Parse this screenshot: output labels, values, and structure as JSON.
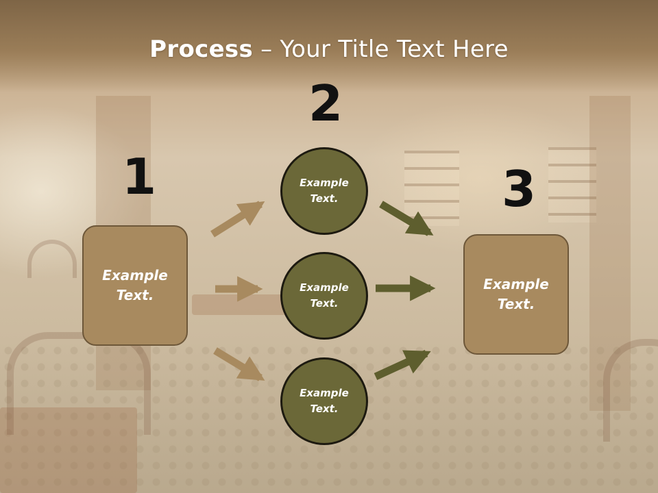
{
  "slide": {
    "title_bold": "Process",
    "title_rest": " – Your Title Text Here"
  },
  "steps": {
    "one": {
      "number": "1",
      "text": "Example\nText."
    },
    "two": {
      "number": "2",
      "top": "Example\nText.",
      "middle": "Example\nText.",
      "bottom": "Example\nText."
    },
    "three": {
      "number": "3",
      "text": "Example\nText."
    }
  },
  "colors": {
    "box_fill": "#a88a5f",
    "circle_fill": "#6b6838",
    "arrow_left": "#a88a5f",
    "arrow_right": "#5e5e2e"
  }
}
